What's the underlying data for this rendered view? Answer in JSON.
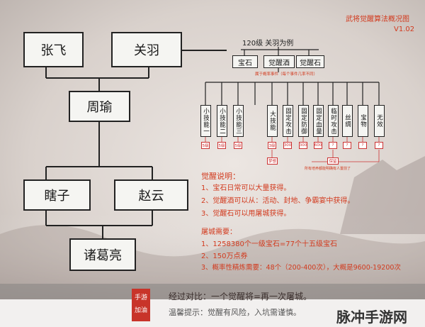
{
  "header": {
    "title": "武将觉醒算法概况图",
    "version": "V1.02"
  },
  "heroes": {
    "zhangfei": "张飞",
    "guanyu": "关羽",
    "zhouyu": "周瑜",
    "xiazi": "瞎子",
    "zhaoyun": "赵云",
    "zhugeliang": "诸葛亮"
  },
  "example": {
    "label": "120级  关羽为例",
    "items": [
      "宝石",
      "觉醒酒",
      "觉醒石"
    ],
    "event_note": "属于概率事件（每个事件几率不同）"
  },
  "skills": [
    {
      "name": "小技能一",
      "value": "5级"
    },
    {
      "name": "小技能二",
      "value": "5级"
    },
    {
      "name": "小技能三",
      "value": "5级"
    },
    {
      "name": "大技能",
      "value": "3级"
    },
    {
      "name": "固定攻击",
      "value": "300"
    },
    {
      "name": "固定防御",
      "value": "300"
    },
    {
      "name": "固定血量",
      "value": "600"
    },
    {
      "name": "临时攻击",
      "value": "?"
    },
    {
      "name": "丝绸",
      "value": "?"
    },
    {
      "name": "宝物",
      "value": "?"
    },
    {
      "name": "无效",
      "value": "?"
    }
  ],
  "sub_notes": {
    "skill_note": "梦想",
    "temp_note": "保留",
    "all_note": "所有培养都能明确有人置前了"
  },
  "awaken": {
    "title": "觉醒说明：",
    "lines": [
      "1、宝石日常可以大量获得。",
      "2、觉醒酒可以从：活动、封地、争霸宴中获得。",
      "3、觉醒石可以用屠城获得。"
    ]
  },
  "tucheng": {
    "title": "屠城需要：",
    "lines": [
      "1、1258380个一级宝石=77个十五级宝石",
      "2、150万点券",
      "3、概率性精炼需要：48个（200-400次），大概是9600-19200次"
    ]
  },
  "footer": {
    "stamp": "手游 加油",
    "compare": "经过对比：一个觉醒将=再一次屠城。",
    "tip": "温馨提示：觉醒有风险，入坑需谨慎。",
    "watermark": "脉冲手游网"
  },
  "colors": {
    "accent": "#d23a1e",
    "box": "#f5f5f2",
    "line": "#222222"
  }
}
